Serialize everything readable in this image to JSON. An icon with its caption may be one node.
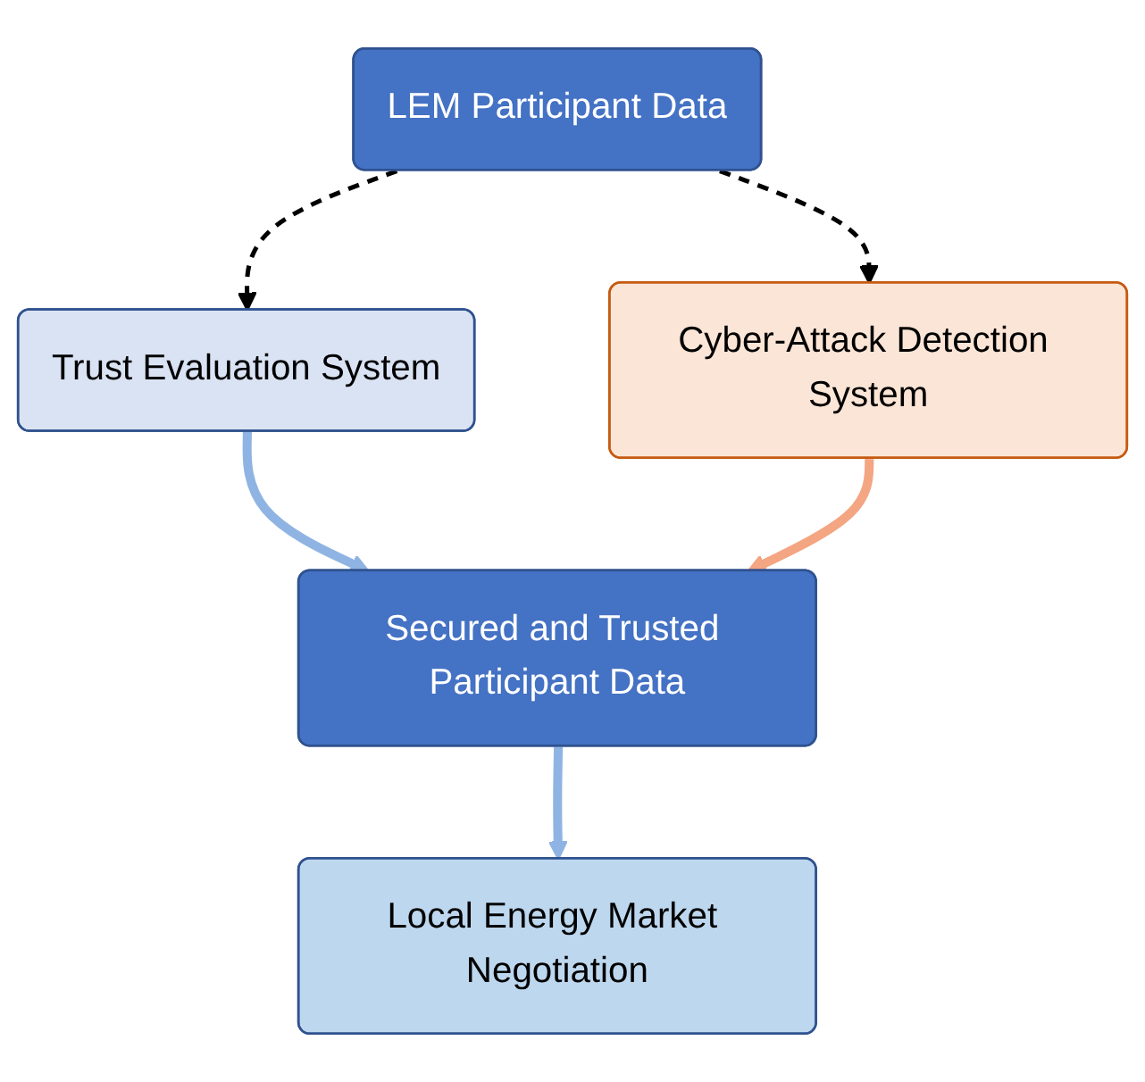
{
  "diagram": {
    "nodes": [
      {
        "text": [
          "LEM Participant Data"
        ]
      },
      {
        "text": [
          "Trust Evaluation System"
        ]
      },
      {
        "text": [
          "Cyber-Attack Detection System"
        ]
      },
      {
        "text": [
          "Secured and Trusted Participant Data"
        ]
      },
      {
        "text": [
          "Local Energy Market Negotiation"
        ]
      }
    ],
    "edges": [
      {
        "from": 0,
        "to": 1,
        "arrow": "to",
        "style": "dashed",
        "color": "#000000"
      },
      {
        "from": 0,
        "to": 2,
        "arrow": "to",
        "style": "dashed",
        "color": "#000000"
      },
      {
        "from": 1,
        "to": 3,
        "arrow": "to",
        "color": "#8fb4e3"
      },
      {
        "from": 2,
        "to": 3,
        "arrow": "to",
        "color": "#f4a582"
      },
      {
        "from": 3,
        "to": 4,
        "arrow": "to",
        "color": "#8fb4e3"
      }
    ]
  }
}
